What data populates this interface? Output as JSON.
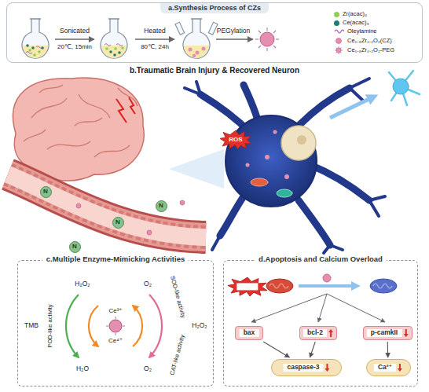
{
  "diagram": {
    "nodes": [
      {
        "text": [
          "a.Synthesis Process of CZs"
        ]
      },
      {
        "text": [
          "ROS"
        ]
      },
      {
        "text": [
          "N"
        ]
      },
      {
        "text": [
          "N"
        ]
      },
      {
        "text": [
          "N"
        ]
      },
      {
        "text": [
          "N"
        ]
      },
      {
        "text": [
          "c.Multiple Enzyme-Mimicking Activities"
        ]
      },
      {
        "text": [
          "d.Apoptosis and Calcium Overload"
        ]
      },
      {
        "text": [
          "ROS"
        ],
        "in": 7
      },
      {
        "text": [
          "bax"
        ],
        "in": 7
      },
      {
        "text": [
          "bcl-2"
        ],
        "in": 7
      },
      {
        "text": [
          "p-camkII"
        ],
        "in": 7
      },
      {
        "text": [
          "caspase-3"
        ],
        "in": 7
      },
      {
        "text": [
          "Ca²⁺"
        ],
        "in": 7
      }
    ],
    "edges": [
      {
        "from": 9,
        "to": 12,
        "arrow": "to"
      },
      {
        "from": 10,
        "to": 12,
        "arrow": "to"
      },
      {
        "from": 11,
        "to": 13,
        "arrow": "to"
      }
    ],
    "labels": [
      "Sonicated",
      "20℃, 15min",
      "Heated",
      "80℃, 24h",
      "PEGylation",
      "b.Traumatic Brain Injury & Recovered Neuron",
      "H₂O₂",
      "O₂",
      "TMB",
      "POD-like activity",
      "Ce³⁺",
      "Ce⁴⁺",
      "SOD-like activity",
      "H₂O₂",
      "CAT-like activity",
      "H₂O",
      "O₂"
    ],
    "legend": [
      {
        "text": "Zr(acac)₄",
        "color": "#8fd14f"
      },
      {
        "text": "Ce(acac)₃",
        "color": "#1f7f6e"
      },
      {
        "text": "Oleylamine"
      },
      {
        "text": "Ce₀.₈Zr₀.₂O₂(CZ)"
      },
      {
        "text": "Ce₀.₈Zr₀.₂O₂-PEG"
      }
    ]
  }
}
